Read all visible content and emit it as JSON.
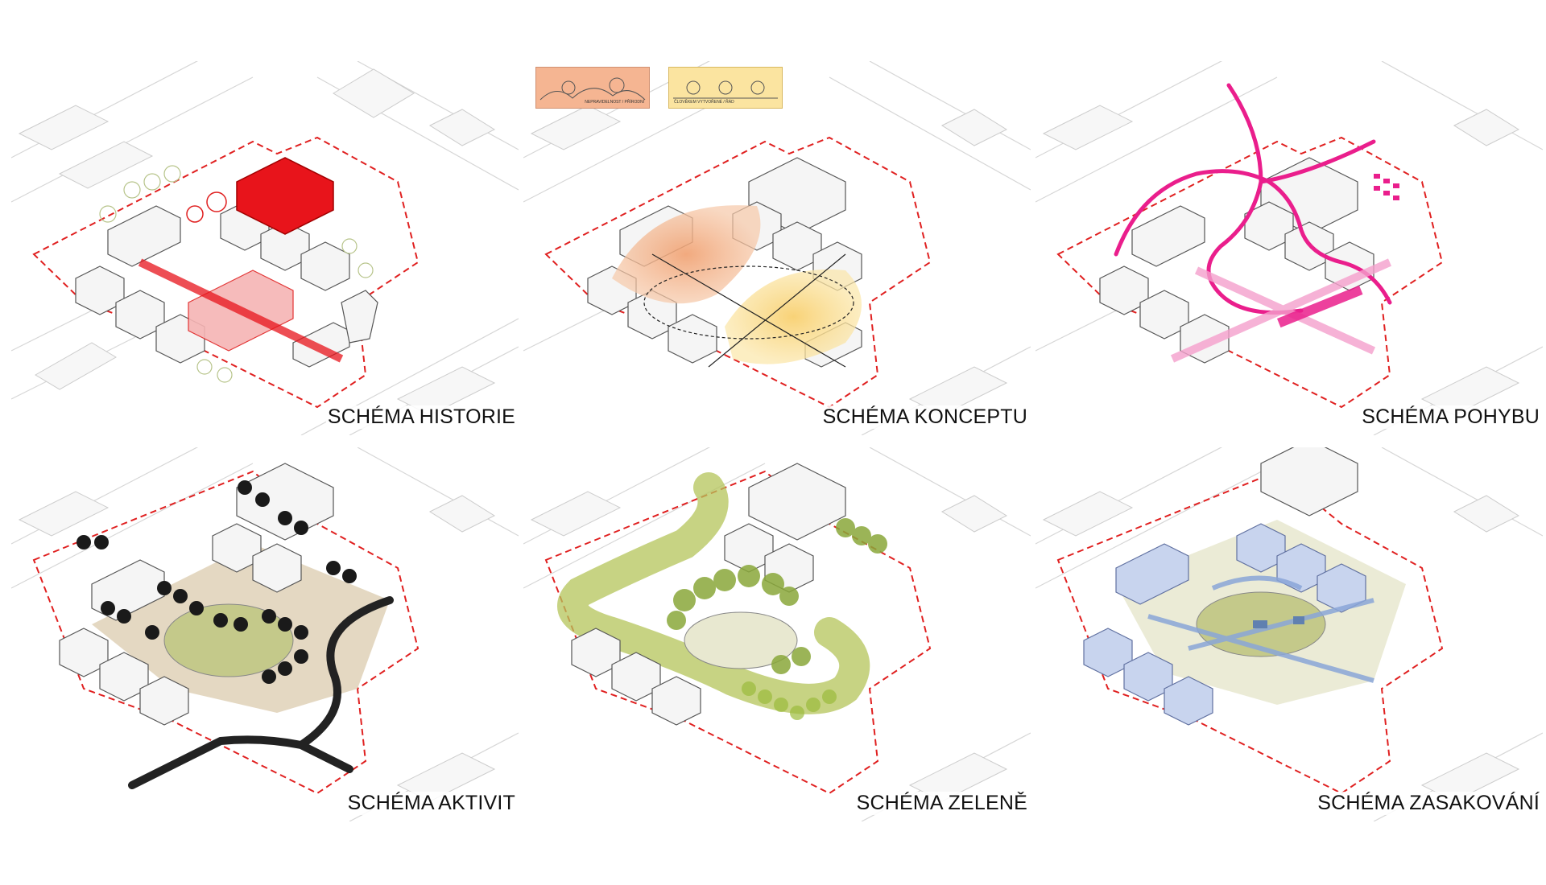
{
  "panels": [
    {
      "id": "historie",
      "label": "SCHÉMA HISTORIE",
      "accent": "#e8141b"
    },
    {
      "id": "konceptu",
      "label": "SCHÉMA KONCEPTU",
      "accent": "#f0a030"
    },
    {
      "id": "pohybu",
      "label": "SCHÉMA POHYBU",
      "accent": "#ea1e8c"
    },
    {
      "id": "aktivit",
      "label": "SCHÉMA AKTIVIT",
      "accent": "#1a1a1a"
    },
    {
      "id": "zelene",
      "label": "SCHÉMA ZELENĚ",
      "accent": "#9cbc3c"
    },
    {
      "id": "zasakovani",
      "label": "SCHÉMA ZASAKOVÁNÍ",
      "accent": "#8aa6d8"
    }
  ],
  "legend_concept": {
    "left_text": "NEPRAVIDELNOST / PŘÍRODNÍ",
    "right_text": "ČLOVĚKEM VYTVOŘENÉ / ŘÁD"
  },
  "colors": {
    "boundary": "#e02020",
    "building_fill": "#f4f4f4",
    "building_stroke": "#555555",
    "context_stroke": "#cfcfcf",
    "lawn": "#c4c98a",
    "tree": "#9cbc3c"
  }
}
